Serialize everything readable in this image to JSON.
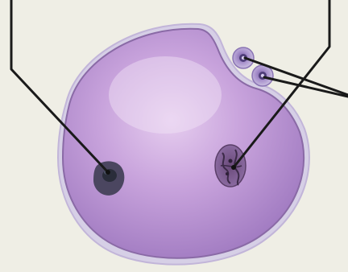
{
  "diagram": {
    "background_color": "#efeee5",
    "cell_color": "#b58fd0",
    "cell_outline_color": "#8a6aa6",
    "polar_body_color": "#b7a3d6",
    "leader_line_color": "#1a1a1a",
    "parts": [
      {
        "name": "cell",
        "icon": "oocyte-cell"
      },
      {
        "name": "polar-bodies",
        "count": 2,
        "icon": "polar-body"
      },
      {
        "name": "cytoplasmic-spot",
        "icon": "dark-granule"
      },
      {
        "name": "nucleus",
        "icon": "nucleus-with-chromatin"
      }
    ]
  }
}
